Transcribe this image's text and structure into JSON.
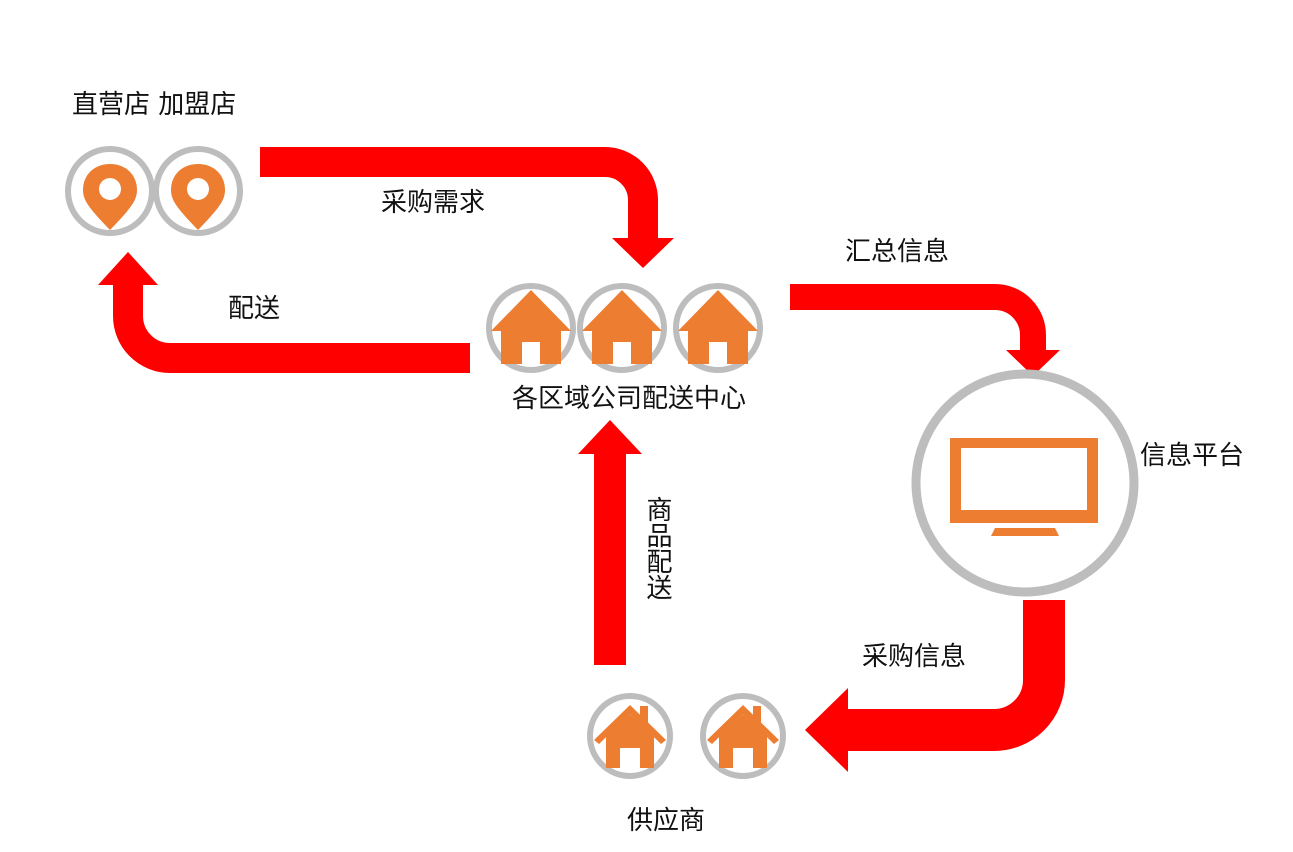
{
  "colors": {
    "arrow": "#ff0000",
    "ring": "#bdbdbd",
    "icon": "#ed7d31",
    "background": "#ffffff",
    "text": "#111111"
  },
  "icons": {
    "store": "map-pin-icon",
    "distribution_center": "house-icon",
    "supplier": "house-icon",
    "platform": "monitor-icon"
  },
  "labels": {
    "stores": "直营店  加盟店",
    "purchase_demand": "采购需求",
    "delivery": "配送",
    "regional_center": "各区域公司配送中心",
    "summary_info": "汇总信息",
    "info_platform": "信息平台",
    "goods_delivery": "商品配送",
    "purchase_info": "采购信息",
    "supplier": "供应商"
  }
}
